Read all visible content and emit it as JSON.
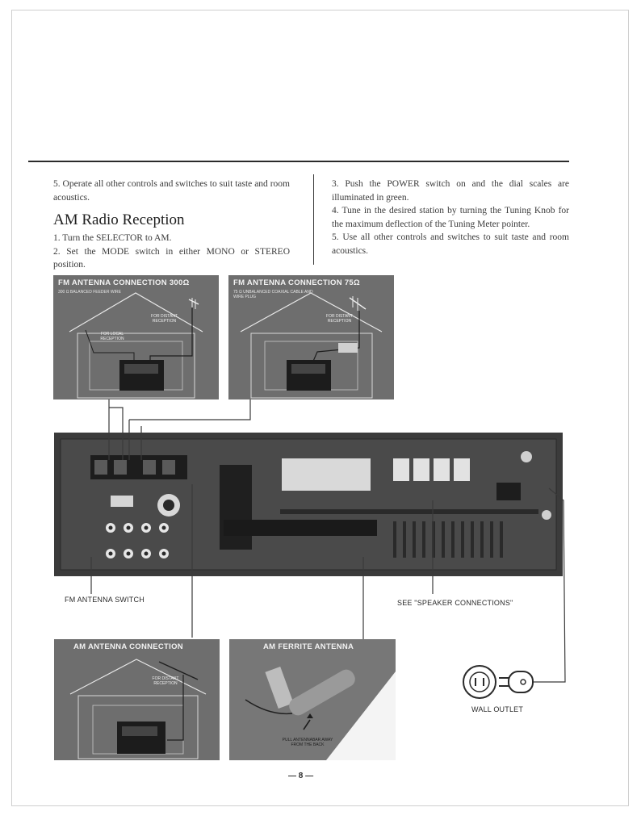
{
  "left_column": {
    "paragraph_5": "5. Operate all other controls and switches to suit taste and room acoustics.",
    "heading": "AM Radio Reception",
    "step_1": "1. Turn the SELECTOR to AM.",
    "step_2": "2. Set the MODE switch in either MONO or STEREO position."
  },
  "right_column": {
    "step_3": "3. Push the POWER switch on and the dial scales are illuminated in green.",
    "step_4": "4. Tune in the desired station by turning the Tuning Knob for the maximum deflection of the Tuning Meter pointer.",
    "step_5": "5. Use all other controls and switches to suit taste and room acoustics."
  },
  "figures": {
    "fm300": {
      "title": "FM ANTENNA CONNECTION 300Ω",
      "subtitle": "300 Ω BALANCED FEEDER WIRE",
      "label_distant": "FOR DISTANT RECEPTION",
      "label_local": "FOR LOCAL RECEPTION"
    },
    "fm75": {
      "title": "FM ANTENNA CONNECTION 75Ω",
      "subtitle": "75 Ω UNBALANCED COAXIAL CABLE AND WIRE PLUG",
      "label_distant": "FOR DISTANT RECEPTION"
    },
    "am_antenna": {
      "title": "AM ANTENNA CONNECTION",
      "label_distant": "FOR DISTANT RECEPTION"
    },
    "am_ferrite": {
      "title": "AM FERRITE ANTENNA",
      "label_pull": "PULL ANTENNABAR AWAY FROM THE BACK"
    }
  },
  "callouts": {
    "fm_switch": "FM ANTENNA SWITCH",
    "speaker_connections": "SEE \"SPEAKER CONNECTIONS\"",
    "wall_outlet": "WALL OUTLET"
  },
  "page_number": "— 8 —"
}
